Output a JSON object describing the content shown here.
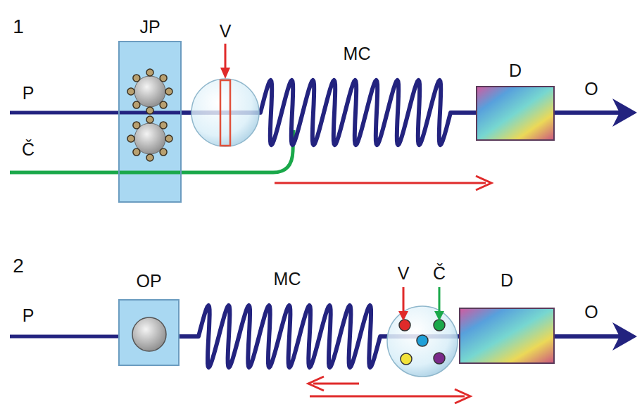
{
  "diagram": {
    "nodes": [
      {
        "text": [
          "JP"
        ]
      },
      {
        "text": [
          "D"
        ]
      },
      {
        "text": [
          "OP"
        ]
      },
      {
        "text": [
          "D"
        ]
      }
    ],
    "edges": [
      {
        "from": 0,
        "to": 1,
        "arrow": "none"
      },
      {
        "from": 2,
        "to": 3,
        "arrow": "none"
      }
    ],
    "labels": [
      "1",
      "V",
      "MC",
      "O",
      "P",
      "Č",
      "2",
      "V",
      "Č",
      "MC",
      "O",
      "P"
    ]
  }
}
